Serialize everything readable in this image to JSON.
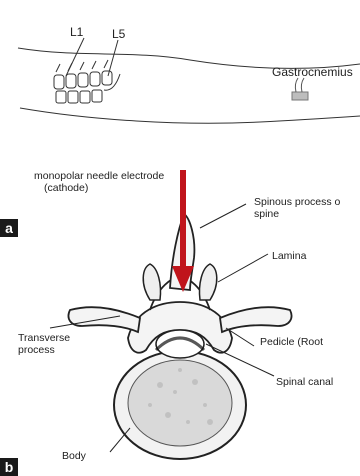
{
  "panel_a": {
    "tag": "a",
    "vertebra_labels": [
      "L1",
      "L5"
    ],
    "muscle_label": "Gastrocnemius"
  },
  "panel_b": {
    "tag": "b",
    "electrode_label_line1": "monopolar needle electrode",
    "electrode_label_line2": "(cathode)",
    "labels": {
      "spinous_line1": "Spinous process o",
      "spinous_line2": "spine",
      "lamina": "Lamina",
      "transverse_line1": "Transverse",
      "transverse_line2": "process",
      "pedicle": "Pedicle (Root",
      "spinal_canal": "Spinal canal",
      "body": "Body"
    },
    "arrow_color": "#c0141b"
  }
}
